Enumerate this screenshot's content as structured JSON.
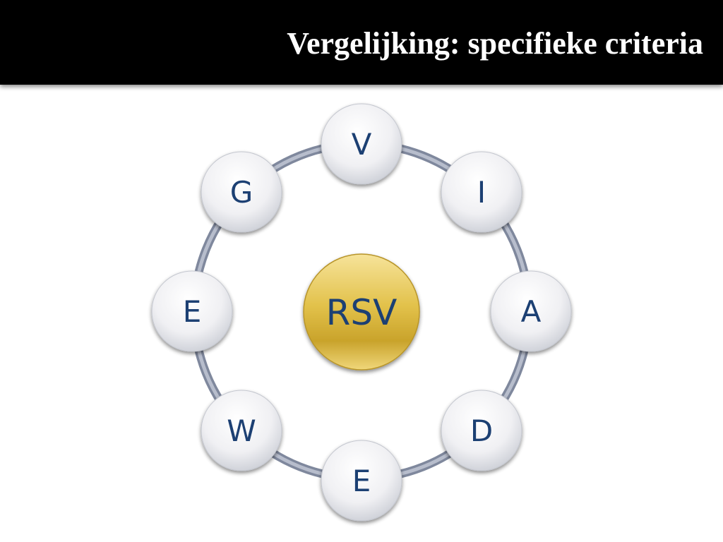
{
  "slide": {
    "title": "Vergelijking: specifieke criteria"
  },
  "diagram": {
    "center": "RSV",
    "nodes": [
      "V",
      "I",
      "A",
      "D",
      "E",
      "W",
      "E",
      "G"
    ]
  },
  "colors": {
    "title_bar": "#000000",
    "title_text": "#ffffff",
    "ring": "#8a93a8",
    "node_fill": "#f2f2f4",
    "center_fill": "#e2c14a",
    "label": "#1f3f73"
  }
}
